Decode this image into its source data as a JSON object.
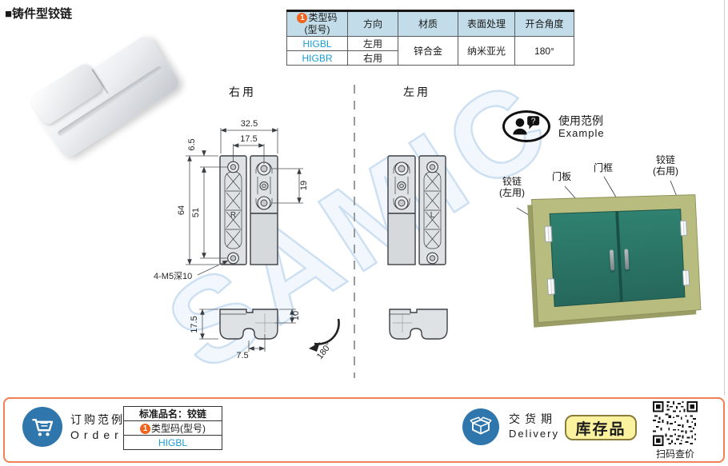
{
  "title": "■铸件型铰链",
  "watermark": "SAMIC",
  "spec_table": {
    "badge": "1",
    "h_model_1": "类型码",
    "h_model_2": "(型号)",
    "h_direction": "方向",
    "h_material": "材质",
    "h_finish": "表面处理",
    "h_angle": "开合角度",
    "rows": [
      {
        "model": "HIGBL",
        "direction": "左用"
      },
      {
        "model": "HIGBR",
        "direction": "右用"
      }
    ],
    "material": "锌合金",
    "finish": "纳米亚光",
    "angle": "180°"
  },
  "drawings": {
    "right_label": "右用",
    "left_label": "左用",
    "mark_right": "R",
    "mark_left": "L",
    "dim_width": "32.5",
    "dim_width_inner": "17.5",
    "dim_top": "6.5",
    "dim_height": "64",
    "dim_height_inner": "51",
    "dim_side": "19",
    "thread_note": "4-M5深10",
    "dim_sec_height": "17.5",
    "dim_sec_offset": "7.5",
    "dim_sec_depth": "10",
    "rotate_angle": "180°"
  },
  "example": {
    "label_cn": "使用范例",
    "label_en": "Example",
    "hinge_left_1": "铰链",
    "hinge_left_2": "(左用)",
    "panel": "门板",
    "frame": "门框",
    "hinge_right_1": "铰链",
    "hinge_right_2": "(右用)"
  },
  "order": {
    "label_cn": "订购范例",
    "label_en": "Order",
    "product_row": "标准品名：铰链",
    "badge": "1",
    "code_label": "类型码(型号)",
    "code_value": "HIGBL"
  },
  "delivery": {
    "label_cn": "交货期",
    "label_en": "Delivery",
    "stock_badge": "库存品",
    "qr_caption": "扫码查价"
  }
}
